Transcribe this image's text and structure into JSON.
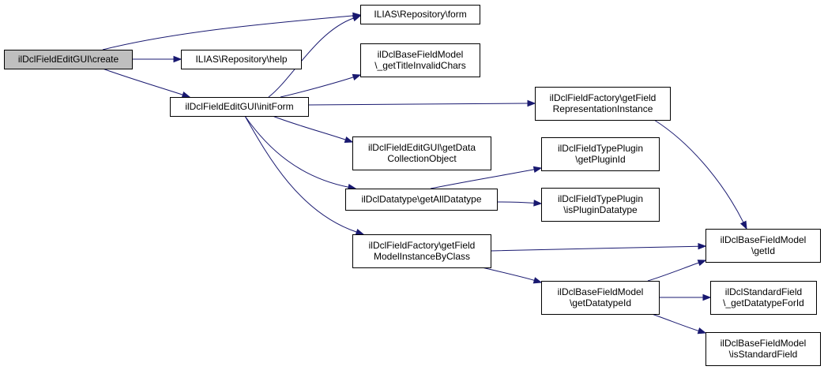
{
  "colors": {
    "root_fill": "#bfbfbf",
    "node_fill": "#ffffff",
    "border": "#000000",
    "edge": "#191970"
  },
  "nodes": [
    {
      "id": "create",
      "lines": [
        "ilDclFieldEditGUI\\create"
      ],
      "root": true
    },
    {
      "id": "form",
      "lines": [
        "ILIAS\\Repository\\form"
      ]
    },
    {
      "id": "help",
      "lines": [
        "ILIAS\\Repository\\help"
      ]
    },
    {
      "id": "initForm",
      "lines": [
        "ilDclFieldEditGUI\\initForm"
      ]
    },
    {
      "id": "getTitleInvalidChars",
      "lines": [
        "ilDclBaseFieldModel",
        "\\_getTitleInvalidChars"
      ]
    },
    {
      "id": "getDataCollectionObject",
      "lines": [
        "ilDclFieldEditGUI\\getData",
        "CollectionObject"
      ]
    },
    {
      "id": "getAllDatatype",
      "lines": [
        "ilDclDatatype\\getAllDatatype"
      ]
    },
    {
      "id": "getFieldModelInstanceByClass",
      "lines": [
        "ilDclFieldFactory\\getField",
        "ModelInstanceByClass"
      ]
    },
    {
      "id": "getFieldRepresentationInstance",
      "lines": [
        "ilDclFieldFactory\\getField",
        "RepresentationInstance"
      ]
    },
    {
      "id": "getPluginId",
      "lines": [
        "ilDclFieldTypePlugin",
        "\\getPluginId"
      ]
    },
    {
      "id": "isPluginDatatype",
      "lines": [
        "ilDclFieldTypePlugin",
        "\\isPluginDatatype"
      ]
    },
    {
      "id": "getDatatypeId",
      "lines": [
        "ilDclBaseFieldModel",
        "\\getDatatypeId"
      ]
    },
    {
      "id": "getId",
      "lines": [
        "ilDclBaseFieldModel",
        "\\getId"
      ]
    },
    {
      "id": "getDatatypeForId",
      "lines": [
        "ilDclStandardField",
        "\\_getDatatypeForId"
      ]
    },
    {
      "id": "isStandardField",
      "lines": [
        "ilDclBaseFieldModel",
        "\\isStandardField"
      ]
    }
  ],
  "edges": [
    [
      "create",
      "form"
    ],
    [
      "create",
      "help"
    ],
    [
      "create",
      "initForm"
    ],
    [
      "initForm",
      "form"
    ],
    [
      "initForm",
      "getTitleInvalidChars"
    ],
    [
      "initForm",
      "getFieldRepresentationInstance"
    ],
    [
      "initForm",
      "getDataCollectionObject"
    ],
    [
      "initForm",
      "getAllDatatype"
    ],
    [
      "initForm",
      "getFieldModelInstanceByClass"
    ],
    [
      "getFieldRepresentationInstance",
      "getId"
    ],
    [
      "getAllDatatype",
      "getPluginId"
    ],
    [
      "getAllDatatype",
      "isPluginDatatype"
    ],
    [
      "getFieldModelInstanceByClass",
      "getId"
    ],
    [
      "getFieldModelInstanceByClass",
      "getDatatypeId"
    ],
    [
      "getDatatypeId",
      "getId"
    ],
    [
      "getDatatypeId",
      "getDatatypeForId"
    ],
    [
      "getDatatypeId",
      "isStandardField"
    ]
  ]
}
